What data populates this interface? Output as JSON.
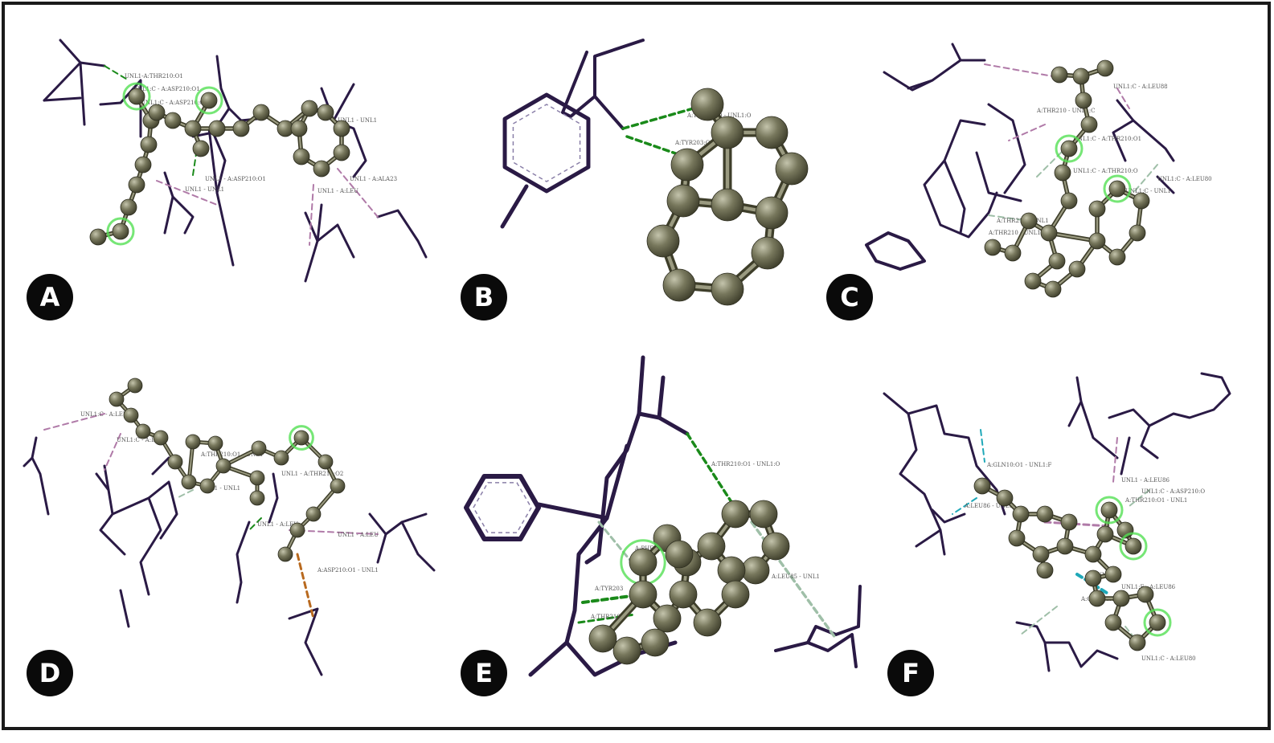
{
  "figure": {
    "panels": [
      {
        "id": "A",
        "label": "A",
        "labels": [
          "UNL1-A:THR210:O1",
          "UNL1:C - A:ASP210:O1",
          "UNL1:C - A:ASP210:O1",
          "UNL1 - UNL1",
          "UNL1 - A:ASP210:O1",
          "UNL1 - A:LEU",
          "UNL1 - A:ALA23",
          "UNL1 - UNL1"
        ]
      },
      {
        "id": "B",
        "label": "B",
        "labels": [
          "A:TYR203:O - UNL1:O",
          "A:TYR203:O - UNL1:O"
        ]
      },
      {
        "id": "C",
        "label": "C",
        "labels": [
          "UNL1:C - A:LEU88",
          "A:THR210 - UNL1:C",
          "UNL1:C - A:THR210:O1",
          "UNL1:C - A:THR210:O",
          "UNL1:C - A:LEU80",
          "A:THR210 - UNL1",
          "A:THR210 - UNL1",
          "UNL1:C - UNL1"
        ]
      },
      {
        "id": "D",
        "label": "D",
        "labels": [
          "UNL1:C - A:LEU87",
          "UNL1:C - A:LEU",
          "A:THR210:O1 - UNL1",
          "UNL1 - A:THR210:O2",
          "UNL1 - UNL1",
          "UNL1 - A:LEU",
          "UNL1 - A:LEU",
          "A:ASP210:O1 - UNL1"
        ]
      },
      {
        "id": "E",
        "label": "E",
        "labels": [
          "A:THR210:O1 - UNL1:O",
          "A:LEU85 - UNL1",
          "A:PHE204",
          "A:TYR203",
          "A:THR210:O"
        ]
      },
      {
        "id": "F",
        "label": "F",
        "labels": [
          "A:GLN10:O1 - UNL1:F",
          "A:LEU86 - UNL1",
          "UNL1 - A:LEU86",
          "UNL1:C - A:ASP210:O",
          "A:THR210:O1 - UNL1",
          "UNL1:F",
          "UNL1:F - A:LEU86",
          "A:GLY210:O",
          "UNL1:C - A:LEU80"
        ]
      }
    ]
  },
  "colors": {
    "border": "#1a1a1a",
    "residue": "#2a1a45",
    "atom": "#6e6e55",
    "atom_dark": "#3e3e2a",
    "hbond_green": "#1a8a1a",
    "pi_pink": "#b07aa8",
    "carbon_hbond": "#9fbfa8",
    "pi_cation_orange": "#b8691e",
    "halogen_cyan": "#1fa8b8",
    "glow": "#54e054",
    "badge_bg": "#0a0a0a",
    "badge_text": "#ffffff"
  }
}
